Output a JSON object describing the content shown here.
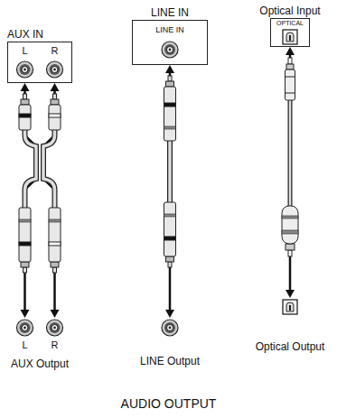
{
  "diagram": {
    "caption": "AUDIO OUTPUT",
    "nodes": [
      {
        "text": [
          "AUX IN",
          "L",
          "R"
        ]
      },
      {
        "text": [
          "LINE IN",
          "LINE IN"
        ]
      },
      {
        "text": [
          "Optical Input",
          "OPTICAL"
        ]
      },
      {
        "text": [
          "L",
          "R",
          "AUX Output"
        ]
      },
      {
        "text": [
          "LINE Output"
        ]
      },
      {
        "text": [
          "Optical Output"
        ]
      }
    ],
    "edges": [
      {
        "from": 0,
        "to": 3,
        "arrow": "both"
      },
      {
        "from": 1,
        "to": 4,
        "arrow": "both"
      },
      {
        "from": 2,
        "to": 5,
        "arrow": "both"
      }
    ]
  }
}
